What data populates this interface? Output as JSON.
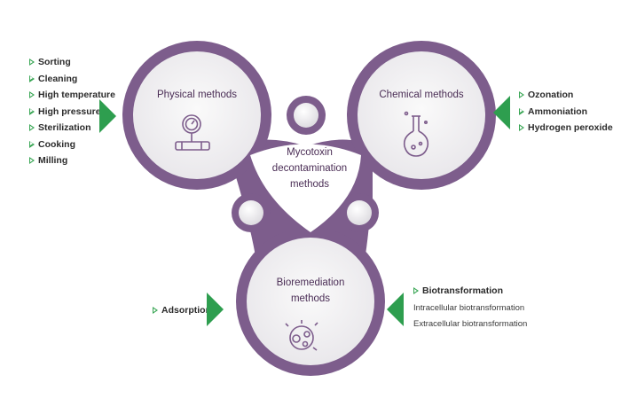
{
  "center_label": "Mycotoxin decontamination methods",
  "physical": {
    "title": "Physical methods",
    "items": [
      "Sorting",
      "Cleaning",
      "High temperature",
      "High pressure",
      "Sterilization",
      "Cooking",
      "Milling"
    ]
  },
  "chemical": {
    "title": "Chemical methods",
    "items": [
      "Ozonation",
      "Ammoniation",
      "Hydrogen peroxide"
    ]
  },
  "bioremediation": {
    "title": "Bioremediation methods",
    "left_items": [
      "Adsorption"
    ],
    "right_items": [
      "Biotransformation"
    ],
    "right_subitems": [
      "Intracellular biotransformation",
      "Extracellular biotransformation"
    ]
  },
  "colors": {
    "frame": "#7d5d8c",
    "circle_fill": "#f2f1f3",
    "arrow": "#2e9e4f",
    "bullet": "#3aa655",
    "label": "#4a2d55"
  },
  "icons": [
    "pressure-gauge-pipe-icon",
    "flask-icon",
    "petri-dish-icon"
  ]
}
